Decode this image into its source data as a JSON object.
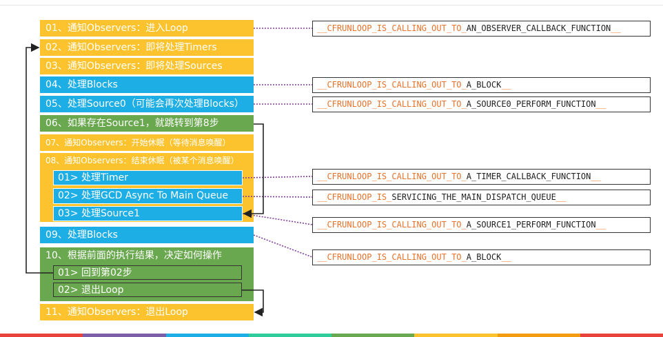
{
  "colors": {
    "yellow": "#fcc32e",
    "blue": "#1eaee6",
    "green": "#6aa84f",
    "prefix_orange": "#e8722a",
    "dotted_purple": "#7d3c98",
    "arrow_black": "#222222"
  },
  "steps": [
    {
      "label": "01、通知Observers：进入Loop"
    },
    {
      "label": "02、通知Observers：即将处理Timers"
    },
    {
      "label": "03、通知Observers：即将处理Sources"
    },
    {
      "label": "04、处理Blocks"
    },
    {
      "label": "05、处理Source0（可能会再次处理Blocks）"
    },
    {
      "label": "06、如果存在Source1，就跳转到第8步"
    },
    {
      "label": "07、通知Observers：开始休眠（等待消息唤醒）"
    },
    {
      "label": "08、通知Observers：结束休眠（被某个消息唤醒）"
    },
    {
      "label": "09、处理Blocks"
    },
    {
      "label": "10、根据前面的执行结果，决定如何操作"
    },
    {
      "label": "11、通知Observers：退出Loop"
    }
  ],
  "step8_subs": [
    {
      "label": "01> 处理Timer"
    },
    {
      "label": "02> 处理GCD Async To Main Queue"
    },
    {
      "label": "03> 处理Source1"
    }
  ],
  "step10_subs": [
    {
      "label": "01> 回到第02步"
    },
    {
      "label": "02> 退出Loop"
    }
  ],
  "functions": [
    {
      "prefix": "__CFRUNLOOP_IS_CALLING_OUT_TO_",
      "name": "AN_OBSERVER_CALLBACK_FUNCTION",
      "suffix": "__"
    },
    {
      "prefix": "__CFRUNLOOP_IS_CALLING_OUT_TO_",
      "name": "A_BLOCK",
      "suffix": "__"
    },
    {
      "prefix": "__CFRUNLOOP_IS_CALLING_OUT_TO_",
      "name": "A_SOURCE0_PERFORM_FUNCTION",
      "suffix": "__"
    },
    {
      "prefix": "__CFRUNLOOP_IS_CALLING_OUT_TO_",
      "name": "A_TIMER_CALLBACK_FUNCTION",
      "suffix": "__"
    },
    {
      "prefix": "__CFRUNLOOP_IS_",
      "name": "SERVICING_THE_MAIN_DISPATCH_QUEUE",
      "suffix": "__"
    },
    {
      "prefix": "__CFRUNLOOP_IS_CALLING_OUT_TO_",
      "name": "A_SOURCE1_PERFORM_FUNCTION",
      "suffix": "__"
    },
    {
      "prefix": "__CFRUNLOOP_IS_CALLING_OUT_TO_",
      "name": "A_BLOCK",
      "suffix": "__"
    }
  ],
  "footer_colors": [
    "#e8413b",
    "#7b5ea7",
    "#1eaee6",
    "#2ecc9a",
    "#6aa84f",
    "#fcc32e",
    "#f39c12",
    "#e8413b"
  ]
}
